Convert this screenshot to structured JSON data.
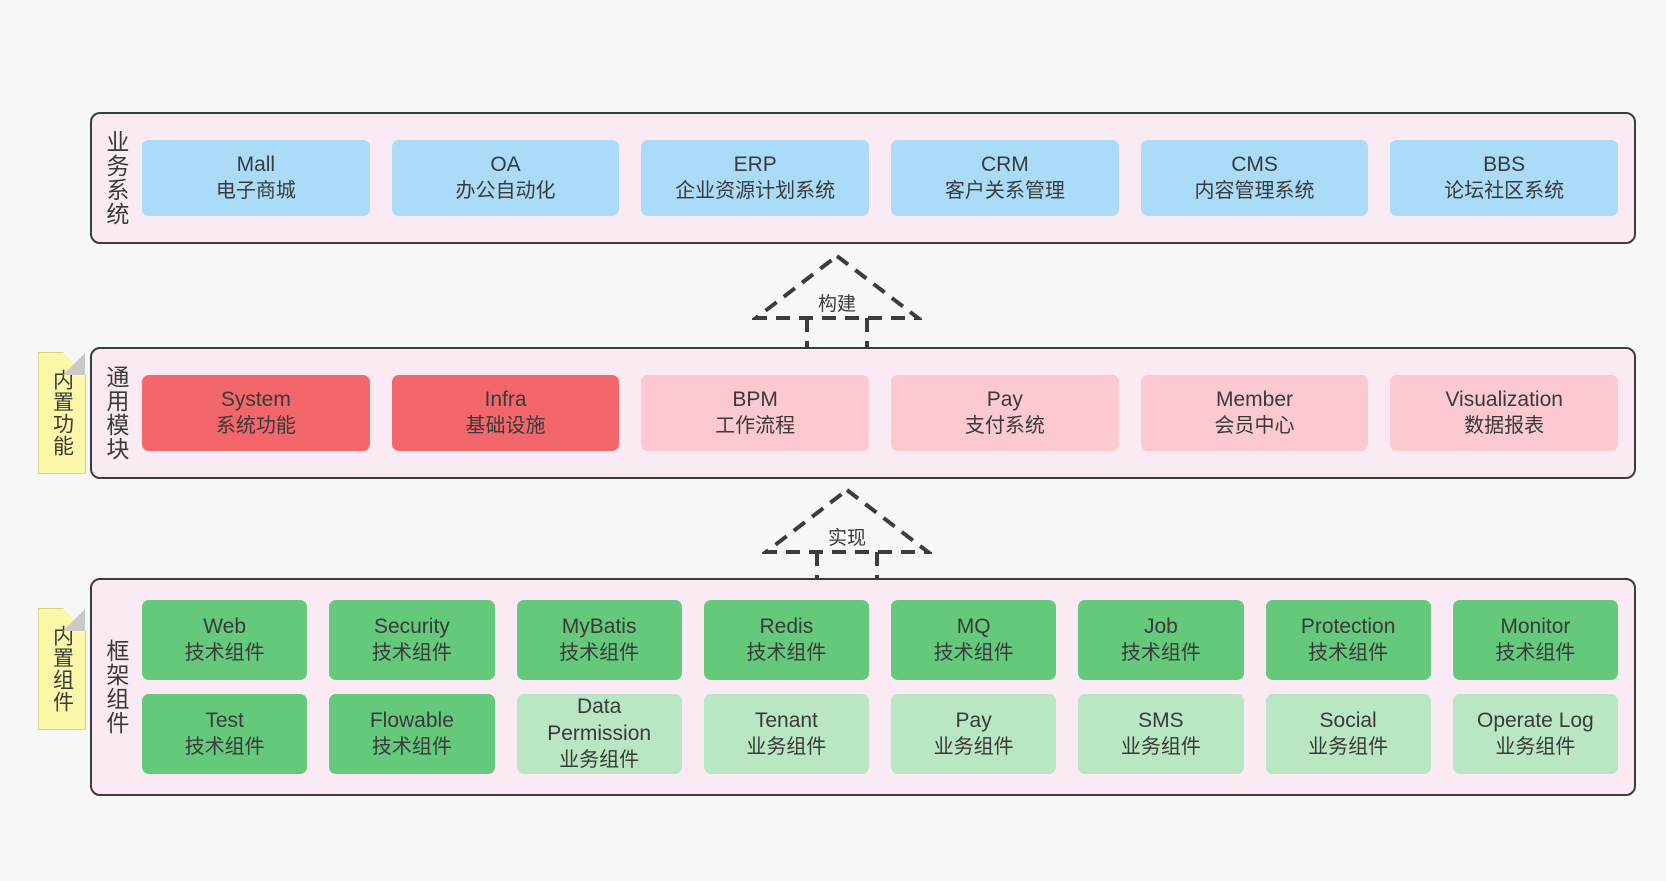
{
  "diagram": {
    "background_color": "#f7f7f7",
    "layer_bg_color": "#f9eaf4",
    "layer_border_color": "#3c3c3c",
    "note_color": "#fbf9a8"
  },
  "layers": [
    {
      "id": "business",
      "title": "业务系统",
      "box_color": "#aadcfa",
      "rows": [
        {
          "boxes": [
            {
              "name": "Mall",
              "sub": "电子商城",
              "variant": "c-blue"
            },
            {
              "name": "OA",
              "sub": "办公自动化",
              "variant": "c-blue"
            },
            {
              "name": "ERP",
              "sub": "企业资源计划系统",
              "variant": "c-blue"
            },
            {
              "name": "CRM",
              "sub": "客户关系管理",
              "variant": "c-blue"
            },
            {
              "name": "CMS",
              "sub": "内容管理系统",
              "variant": "c-blue"
            },
            {
              "name": "BBS",
              "sub": "论坛社区系统",
              "variant": "c-blue"
            }
          ]
        }
      ]
    },
    {
      "id": "common",
      "title": "通用模块",
      "box_color": "#f3666c",
      "rows": [
        {
          "boxes": [
            {
              "name": "System",
              "sub": "系统功能",
              "variant": "c-red"
            },
            {
              "name": "Infra",
              "sub": "基础设施",
              "variant": "c-red"
            },
            {
              "name": "BPM",
              "sub": "工作流程",
              "variant": "c-pink"
            },
            {
              "name": "Pay",
              "sub": "支付系统",
              "variant": "c-pink"
            },
            {
              "name": "Member",
              "sub": "会员中心",
              "variant": "c-pink"
            },
            {
              "name": "Visualization",
              "sub": "数据报表",
              "variant": "c-pink"
            }
          ]
        }
      ]
    },
    {
      "id": "framework",
      "title": "框架组件",
      "box_color": "#65c97c",
      "rows": [
        {
          "boxes": [
            {
              "name": "Web",
              "sub": "技术组件",
              "variant": "c-green"
            },
            {
              "name": "Security",
              "sub": "技术组件",
              "variant": "c-green"
            },
            {
              "name": "MyBatis",
              "sub": "技术组件",
              "variant": "c-green"
            },
            {
              "name": "Redis",
              "sub": "技术组件",
              "variant": "c-green"
            },
            {
              "name": "MQ",
              "sub": "技术组件",
              "variant": "c-green"
            },
            {
              "name": "Job",
              "sub": "技术组件",
              "variant": "c-green"
            },
            {
              "name": "Protection",
              "sub": "技术组件",
              "variant": "c-green"
            },
            {
              "name": "Monitor",
              "sub": "技术组件",
              "variant": "c-green"
            }
          ]
        },
        {
          "boxes": [
            {
              "name": "Test",
              "sub": "技术组件",
              "variant": "c-green"
            },
            {
              "name": "Flowable",
              "sub": "技术组件",
              "variant": "c-green"
            },
            {
              "name": "Data Permission",
              "sub": "业务组件",
              "variant": "c-lightgreen"
            },
            {
              "name": "Tenant",
              "sub": "业务组件",
              "variant": "c-lightgreen"
            },
            {
              "name": "Pay",
              "sub": "业务组件",
              "variant": "c-lightgreen"
            },
            {
              "name": "SMS",
              "sub": "业务组件",
              "variant": "c-lightgreen"
            },
            {
              "name": "Social",
              "sub": "业务组件",
              "variant": "c-lightgreen"
            },
            {
              "name": "Operate Log",
              "sub": "业务组件",
              "variant": "c-lightgreen"
            }
          ]
        }
      ]
    }
  ],
  "notes": [
    {
      "id": "builtin-func",
      "label": "内置功能"
    },
    {
      "id": "builtin-comp",
      "label": "内置组件"
    }
  ],
  "connectors": [
    {
      "id": "build",
      "label": "构建",
      "style": "dashed-generalization-up"
    },
    {
      "id": "impl",
      "label": "实现",
      "style": "dashed-generalization-up"
    }
  ]
}
